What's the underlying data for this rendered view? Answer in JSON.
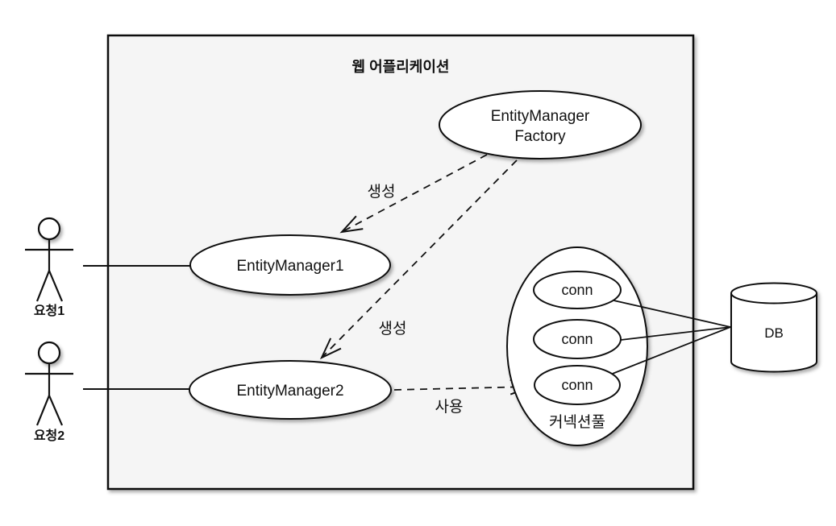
{
  "diagram": {
    "title": "웹 어플리케이션",
    "colors": {
      "stroke": "#111111",
      "container_fill": "#f5f5f5",
      "node_fill": "#ffffff",
      "background": "#ffffff"
    },
    "actors": [
      {
        "label": "요청1"
      },
      {
        "label": "요청2"
      }
    ],
    "nodes": {
      "factory": {
        "label_line1": "EntityManager",
        "label_line2": "Factory"
      },
      "entity_manager_1": {
        "label": "EntityManager1"
      },
      "entity_manager_2": {
        "label": "EntityManager2"
      },
      "connection_pool": {
        "label": "커넥션풀",
        "connections": [
          {
            "label": "conn"
          },
          {
            "label": "conn"
          },
          {
            "label": "conn"
          }
        ]
      },
      "database": {
        "label": "DB"
      }
    },
    "edges": [
      {
        "from": "EntityManagerFactory",
        "to": "EntityManager1",
        "label": "생성",
        "style": "dashed-arrow"
      },
      {
        "from": "EntityManagerFactory",
        "to": "EntityManager2",
        "label": "생성",
        "style": "dashed-arrow"
      },
      {
        "from": "EntityManager2",
        "to": "conn",
        "label": "사용",
        "style": "dashed-arrow"
      },
      {
        "from": "요청1",
        "to": "EntityManager1",
        "label": "",
        "style": "solid"
      },
      {
        "from": "요청2",
        "to": "EntityManager2",
        "label": "",
        "style": "solid"
      },
      {
        "from": "conn-pool",
        "to": "DB",
        "label": "",
        "style": "solid"
      }
    ]
  }
}
